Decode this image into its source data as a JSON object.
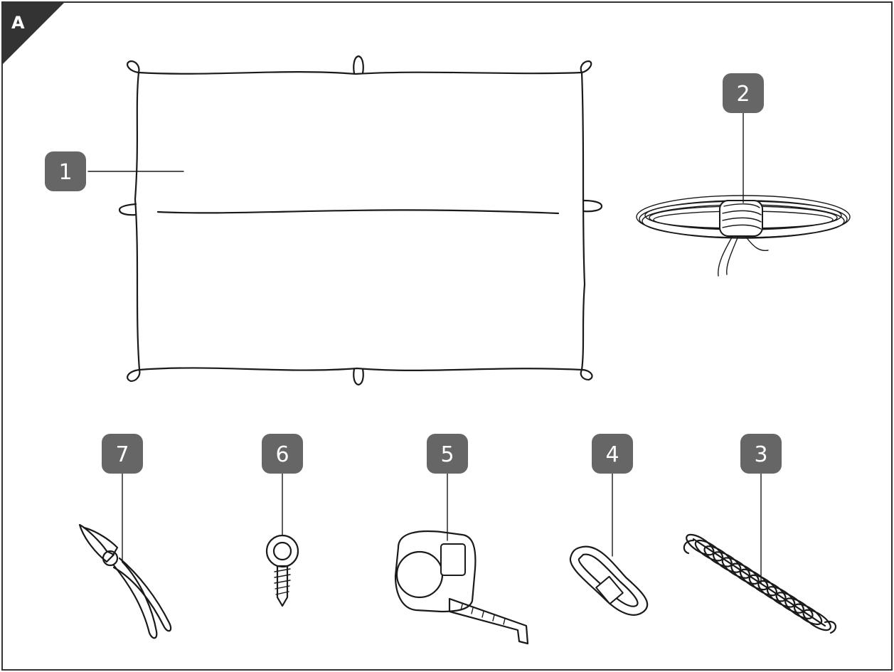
{
  "figure": {
    "corner_label": "A",
    "border_color": "#333333",
    "badge_color": "#666666",
    "items": [
      {
        "label": "1",
        "part": "shade-sail"
      },
      {
        "label": "2",
        "part": "rope-coil"
      },
      {
        "label": "3",
        "part": "tension-spring"
      },
      {
        "label": "4",
        "part": "carabiner"
      },
      {
        "label": "5",
        "part": "tape-measure"
      },
      {
        "label": "6",
        "part": "eye-screw"
      },
      {
        "label": "7",
        "part": "pliers"
      }
    ]
  }
}
